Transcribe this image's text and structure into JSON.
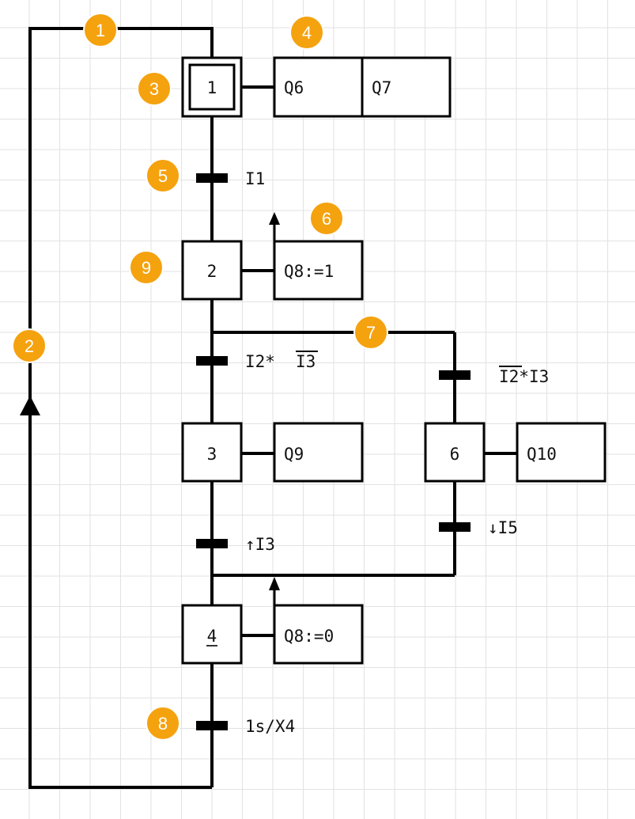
{
  "steps": [
    {
      "id": "step-1",
      "label": "1",
      "initial": true
    },
    {
      "id": "step-2",
      "label": "2"
    },
    {
      "id": "step-3",
      "label": "3"
    },
    {
      "id": "step-6",
      "label": "6"
    },
    {
      "id": "step-4",
      "label": "4",
      "underlined": true
    }
  ],
  "actions": {
    "step1_a": "Q6",
    "step1_b": "Q7",
    "step2": "Q8:=1",
    "step3": "Q9",
    "step6": "Q10",
    "step4": "Q8:=0"
  },
  "transitions": {
    "t1": "I1",
    "t2_prefix": "I2* ",
    "t2_overlined": "I3",
    "t6_overlined": "I2",
    "t6_suffix": "*I3",
    "t3": "↑I3",
    "t4": "↓I5",
    "t5": "1s/X4"
  },
  "badges": [
    "1",
    "2",
    "3",
    "4",
    "5",
    "6",
    "7",
    "8",
    "9"
  ],
  "colors": {
    "line": "#000000",
    "badge_fill": "#f5a20f",
    "badge_stroke": "#ffffff",
    "grid": "#e2e2e2"
  }
}
